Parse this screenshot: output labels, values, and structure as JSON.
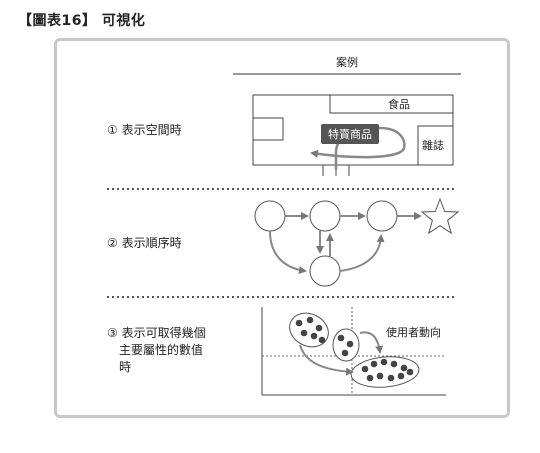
{
  "figure": {
    "title": "【圖表16】 可視化"
  },
  "table": {
    "column_header": "案例",
    "rows": [
      {
        "label": "① 表示空間時"
      },
      {
        "label": "② 表示順序時"
      },
      {
        "label_lines": [
          "③ 表示可取得幾個",
          "主要屬性的數值",
          "時"
        ]
      }
    ]
  },
  "example_space": {
    "food_label": "食品",
    "magazine_label": "雜誌",
    "special_label": "特賣商品"
  },
  "example_sequence": {
    "node_count": 5,
    "end_shape": "star"
  },
  "example_values": {
    "movement_label": "使用者動向"
  },
  "colors": {
    "frame": "#c8c8c8",
    "arrow": "#777777",
    "special_box": "#555555",
    "dots": "#444444"
  }
}
